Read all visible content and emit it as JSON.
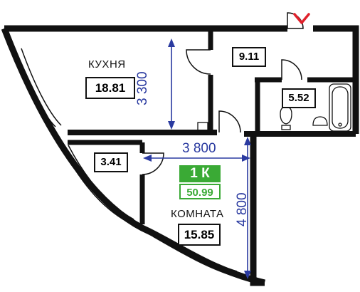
{
  "apartment": {
    "type_label": "1 К",
    "total_area": "50.99",
    "badge_color": "#3aaa35"
  },
  "rooms": {
    "kitchen": {
      "name": "КУХНЯ",
      "area": "18.81"
    },
    "living": {
      "name": "КОМНАТА",
      "area": "15.85"
    },
    "hall": {
      "area": "9.11"
    },
    "bathroom": {
      "area": "5.52"
    },
    "balcony": {
      "area": "3.41"
    }
  },
  "dimensions": {
    "kitchen_height": "3 300",
    "room_width": "3 800",
    "room_height": "4 800",
    "color": "#2a3aa0"
  },
  "icons": {
    "entrance": "entrance-arrow-icon",
    "entrance_color": "#e0202a"
  }
}
